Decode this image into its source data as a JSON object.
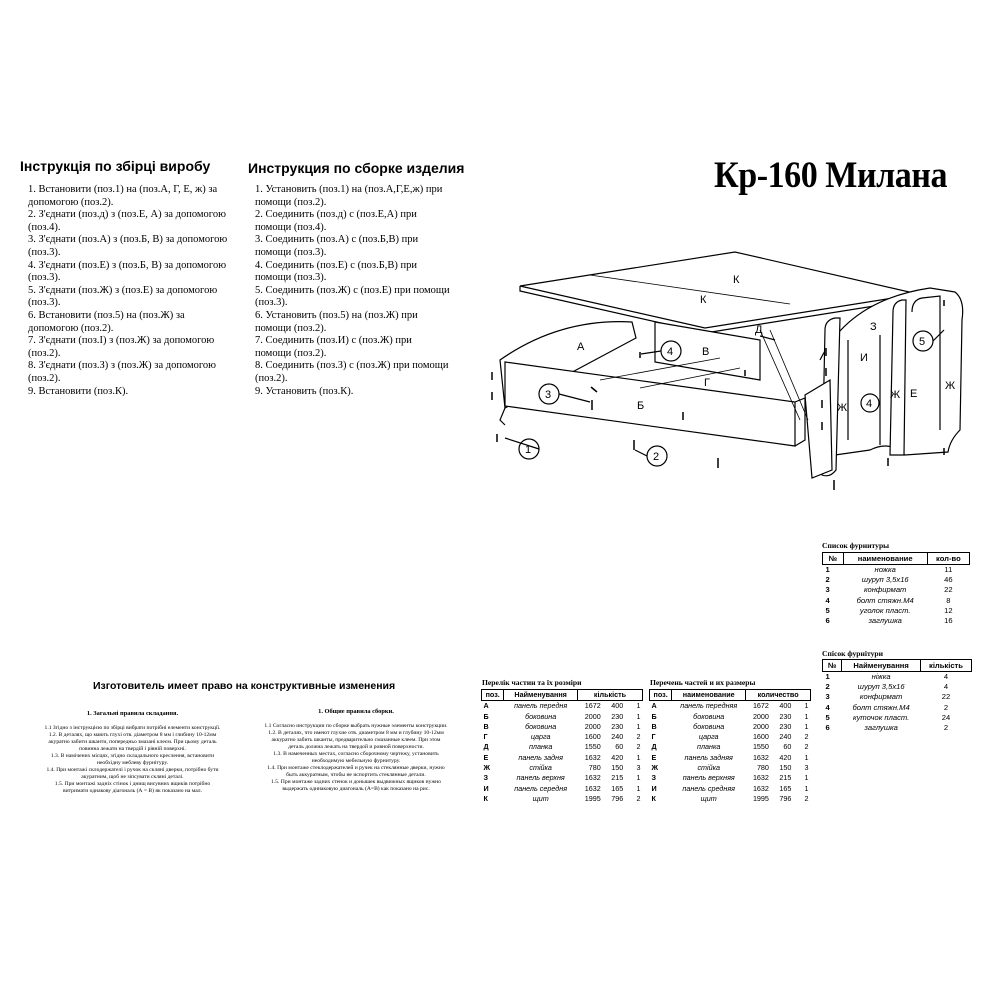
{
  "header": {
    "ua_title": "Інструкція по збірці виробу",
    "ru_title": "Инструкция по сборке изделия",
    "product": "Кр-160 Милана"
  },
  "ua_steps": [
    "1. Встановити (поз.1) на (поз.А, Г, Е, ж) за",
    "допомогою (поз.2).",
    "2. З'єднати (поз.д) з (поз.Е, А) за допомогою",
    "(поз.4).",
    "3. З'єднати (поз.А) з (поз.Б, В) за допомогою",
    "(поз.3).",
    "4. З'єднати (поз.Е) з (поз.Б, В) за допомогою",
    "(поз.3).",
    "5. З'єднати (поз.Ж) з (поз.Е) за допомогою",
    "(поз.3).",
    "6. Встановити (поз.5) на (поз.Ж) за",
    "допомогою (поз.2).",
    "7. З'єднати (поз.І) з (поз.Ж) за допомогою",
    "(поз.2).",
    "8. З'єднати (поз.З) з (поз.Ж) за допомогою",
    "(поз.2).",
    "9. Встановити (поз.К)."
  ],
  "ru_steps": [
    "1. Установить (поз.1) на (поз.А,Г,Е,ж) при",
    "помощи (поз.2).",
    "2. Соединить (поз.д) с  (поз.Е,А)  при",
    "помощи (поз.4).",
    "3. Соединить  (поз.А) с  (поз.Б,В)  при",
    "помощи (поз.3).",
    "4. Соединить (поз.Е) с  (поз.Б,В) при",
    "помощи (поз.3).",
    "5. Соединить (поз.Ж) с  (поз.Е)  при помощи",
    "(поз.3).",
    "6. Установить (поз.5) на (поз.Ж) при",
    "помощи (поз.2).",
    "7. Соединить (поз.И) с  (поз.Ж)  при",
    "помощи (поз.2).",
    "8. Соединить (поз.З) с  (поз.Ж) при помощи",
    "(поз.2).",
    "9. Установить (поз.К)."
  ],
  "diagram_labels": {
    "k_top": "К",
    "k_bottom": "К",
    "a": "А",
    "b": "Б",
    "v": "В",
    "g": "Г",
    "d": "Д",
    "z": "З",
    "i": "И",
    "e": "Е",
    "zh_left": "Ж",
    "zh_mid": "Ж",
    "zh_right": "Ж",
    "c1": "1",
    "c2": "2",
    "c3": "3",
    "c4a": "4",
    "c4b": "4",
    "c5": "5"
  },
  "notice": "Изготовитель имеет право на конструктивные изменения",
  "ua_rules": {
    "title": "1. Загальні правила складання.",
    "lines": [
      "1.1 Згідно з інструкцією по збірці вибрати потрібні елементи конструкції.",
      "1.2. В деталях, що мають глухі отв. діаметром 8 мм і глибину 10-12мм",
      "акуратно забити шканти, попередньо змазані клеєм. При цьому деталь",
      "повинна лежати на твердій і рівній поверхні.",
      "1.3. В намічених місцях, згідно складального креслення, встановити",
      "необхідну меблеву фурнітуру.",
      "1.4. При монтажі склодержателі і ручок на скляні дверки, потрібно бути",
      "акуратним, щоб не зіпсувати скляні деталі.",
      "1.5. При монтажі задніх стінок і днищ висувних ящиків потрібно",
      "витримати однакову діагональ (А = В) як показано на мал."
    ]
  },
  "ru_rules": {
    "title": "1. Общие правила сборки.",
    "lines": [
      "1.1 Согласно инструкции по сборке выбрать нужные элементы конструкции.",
      "1.2. В деталях, что имеют глухие отв. диаметром 8 мм и глубину 10-12мм",
      "аккуратно забить шканты, предварительно смазанные клеем. При этом",
      "деталь должна лежать на твердой и ровной поверхности.",
      "1.3. В намеченных местах, согласно сборочному чертежу, установить",
      "необходимую мебельную фурнитуру.",
      "1.4. При монтаже стеклодержателей и ручек на стеклянные дверки, нужно",
      "быть аккуратным, чтобы не испортить стеклянные детали.",
      "1.5. При монтаже задних стенок и донышек выдвижных ящиков нужно",
      "выдержать одинаковую диагональ (А=В) как показано на рис."
    ]
  },
  "parts_ua": {
    "caption": "Перелік частин та їх розміри",
    "headers": [
      "поз.",
      "Найменування",
      "кількість"
    ],
    "rows": [
      [
        "А",
        "панель передня",
        "1672",
        "400",
        "1"
      ],
      [
        "Б",
        "боковина",
        "2000",
        "230",
        "1"
      ],
      [
        "В",
        "боковина",
        "2000",
        "230",
        "1"
      ],
      [
        "Г",
        "царга",
        "1600",
        "240",
        "2"
      ],
      [
        "Д",
        "планка",
        "1550",
        "60",
        "2"
      ],
      [
        "Е",
        "панель задня",
        "1632",
        "420",
        "1"
      ],
      [
        "Ж",
        "стійка",
        "780",
        "150",
        "3"
      ],
      [
        "З",
        "панель верхня",
        "1632",
        "215",
        "1"
      ],
      [
        "И",
        "панель середня",
        "1632",
        "165",
        "1"
      ],
      [
        "К",
        "щит",
        "1995",
        "796",
        "2"
      ]
    ]
  },
  "parts_ru": {
    "caption": "Перечень частей и их размеры",
    "headers": [
      "поз.",
      "наименование",
      "количество"
    ],
    "rows": [
      [
        "А",
        "панель передняя",
        "1672",
        "400",
        "1"
      ],
      [
        "Б",
        "боковина",
        "2000",
        "230",
        "1"
      ],
      [
        "В",
        "боковина",
        "2000",
        "230",
        "1"
      ],
      [
        "Г",
        "царга",
        "1600",
        "240",
        "2"
      ],
      [
        "Д",
        "планка",
        "1550",
        "60",
        "2"
      ],
      [
        "Е",
        "панель задняя",
        "1632",
        "420",
        "1"
      ],
      [
        "Ж",
        "стійка",
        "780",
        "150",
        "3"
      ],
      [
        "З",
        "панель верхняя",
        "1632",
        "215",
        "1"
      ],
      [
        "И",
        "панель средняя",
        "1632",
        "165",
        "1"
      ],
      [
        "К",
        "щит",
        "1995",
        "796",
        "2"
      ]
    ]
  },
  "hardware_ru": {
    "caption": "Список фурнитуры",
    "headers": [
      "№",
      "наименование",
      "кол-во"
    ],
    "rows": [
      [
        "1",
        "ножка",
        "11"
      ],
      [
        "2",
        "шуруп 3,5х16",
        "46"
      ],
      [
        "3",
        "конфирмат",
        "22"
      ],
      [
        "4",
        "болт стяжн.М4",
        "8"
      ],
      [
        "5",
        "уголок пласт.",
        "12"
      ],
      [
        "6",
        "заглушка",
        "16"
      ]
    ]
  },
  "hardware_ua": {
    "caption": "Спісок фурнітури",
    "headers": [
      "№",
      "Найменування",
      "кількість"
    ],
    "rows": [
      [
        "1",
        "ніжка",
        "4"
      ],
      [
        "2",
        "шуруп 3,5х16",
        "4"
      ],
      [
        "3",
        "конфирмат",
        "22"
      ],
      [
        "4",
        "болт стяжн.М4",
        "2"
      ],
      [
        "5",
        "куточок пласт.",
        "24"
      ],
      [
        "6",
        "заглушка",
        "2"
      ]
    ]
  }
}
